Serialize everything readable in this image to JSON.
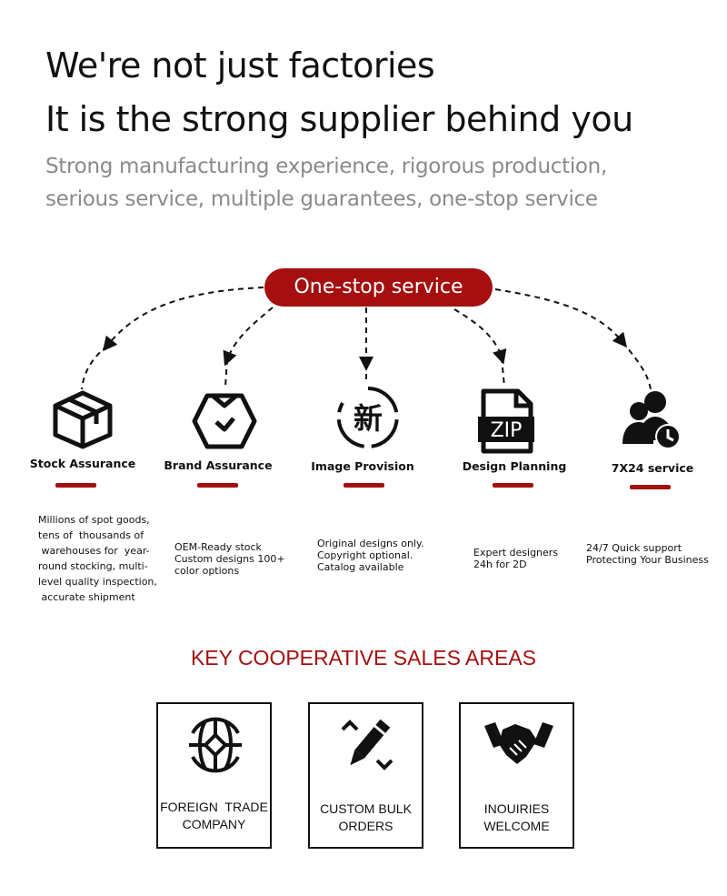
{
  "headline": {
    "line1": "We're not just factories",
    "line2": "It is the strong supplier behind you"
  },
  "subheadline": {
    "line1": "Strong manufacturing experience, rigorous production,",
    "line2": "serious service, multiple  guarantees, one-stop service"
  },
  "hub_label": "One-stop service",
  "services": [
    {
      "title": "Stock Assurance",
      "icon": "box-icon",
      "description": "Millions of spot goods,\ntens of  thousands of\n warehouses for  year-\nround stocking, multi-\nlevel quality inspection,\n accurate shipment"
    },
    {
      "title": "Brand Assurance",
      "icon": "brand-badge-icon",
      "description": "OEM-Ready stock\nCustom designs 100+\ncolor options"
    },
    {
      "title": "Image Provision",
      "icon": "new-character-icon",
      "icon_glyph": "新",
      "description": "Original designs only.\nCopyright optional.\nCatalog available"
    },
    {
      "title": "Design Planning",
      "icon": "zip-file-icon",
      "icon_glyph": "ZIP",
      "description": "Expert designers\n24h for 2D"
    },
    {
      "title": "7X24 service",
      "icon": "support-users-clock-icon",
      "description": "24/7 Quick support\nProtecting Your Business"
    }
  ],
  "key_areas": {
    "title": "KEY COOPERATIVE SALES AREAS",
    "items": [
      {
        "label": "FOREIGN  TRADE\nCOMPANY",
        "icon": "globe-icon"
      },
      {
        "label": "CUSTOM BULK\nORDERS",
        "icon": "pencil-icon"
      },
      {
        "label": "INOUIRIES\nWELCOME",
        "icon": "handshake-icon"
      }
    ]
  },
  "colors": {
    "accent": "#a50f0f",
    "subtext": "#8a8a8a",
    "text": "#111111"
  }
}
